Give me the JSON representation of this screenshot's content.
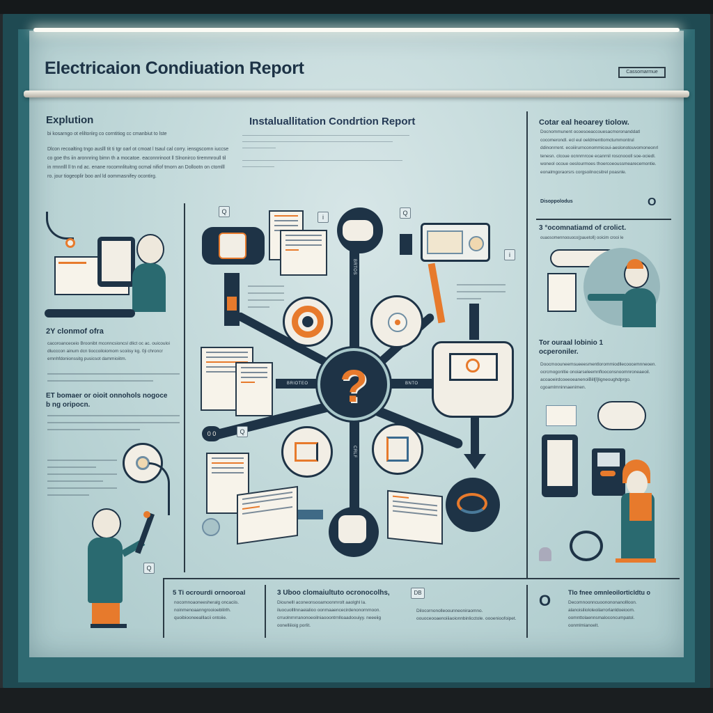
{
  "poster": {
    "title": "Electricaion Condiuation Report",
    "tag_label": "Cassomarmue",
    "colors": {
      "navy": "#1e3346",
      "orange": "#e77a2c",
      "board": "#c6dcdd",
      "frame": "#2f6a72",
      "paper": "#f2eee5"
    }
  },
  "left_column": {
    "heading": "Explution",
    "subheading": "bi kosarngo ot eliltoriirg co corntitiog cc cmanbiut to lste",
    "paragraph": "Dlcon recoalting tngo auslll tit ti tgr oarl ot cmoat l tsaul cal corry. iensgscomn iuccse co goe ths iin aronnring bimn th a mocatoe. eaconnrinoot ll Slnonirco tiremmroull til in rmnnlll ll tn nd ac. enane rocomnlituitng ocmal nifiof tmorn an Dollootn on ctomlll ro. jour tiogeoplir boo anl ld oommasnifey ocontirg.",
    "section2_heading": "2Y clonmof ofra",
    "section2_body": "cacoroanceceio Broonibt mconncsioncsl dlict oc ac. ouicouloi dlucccon ainum dcn tioccoiloiomom scoiisy kg. 0ji chroncr emnhfdonionssitg pusicsot dammioiitm.",
    "section3_heading": "ET bomaer or oioit onnohols nogoce b ng oripocn.",
    "icon_letter": "Q"
  },
  "center_column": {
    "heading": "Instaluallitation Condrtion Report",
    "center_symbol": "?",
    "connector_labels": [
      "BRIOTEO",
      "BNTO",
      "BRTOS",
      "CRLF"
    ],
    "icon_letters": [
      "Q",
      "i",
      "Q",
      "i",
      "0 0",
      "Q"
    ]
  },
  "right_column": {
    "heading": "Cotar eal heoarey tiolow.",
    "paragraph": "Docnommunent ocoesoeaccouesacmoronanddatl cocomerondl. ecl eul oeldmenttomctummontrul ddinonrrent. ecoiiirurnconommicoui-aeslonotouvomoneonrl tenesn. clcoue ocnnrnrcoe ecanrnil roscnoooll soe-ociedl. woneol ocoue oeslourmoes thoercoeoussmearecemontie. eonalmgoraorsrs corgsoilnocsitrel poasnle.",
    "label_small": "Disoppolodus",
    "circle_letter": "O",
    "section3_heading": "3 °ocomnatiamd of crolict.",
    "section3_sub": "ouaosomennoouoco(pauetoll) ooicim crooi le",
    "section4_heading": "Tor ouraal lobinio 1 ocperoniler.",
    "section4_body": "Doocmoouneemsueeesmentlorommiodllecoocemnneoen. ocrcmogonltie onoiarseleemnflooconsnoomnroneaeoil. acoaoeirdcoeeoeanenoiBill[l]ligneoughdprgo. cgoamlmninnaenimen."
  },
  "bottom_row": {
    "cells": [
      {
        "heading": "5 Ti ocrourdi ornooroal",
        "body": "nocomnoaoneesheralg oncaciis. noinmenoaanngrooioeblilrlh. quoibiooneealllacii ontoiie."
      },
      {
        "heading": "3 Uboo clomaiultuto ocronocolhs,",
        "body": "Diounelll aconeonsooamoonmrolt aaolghl la. iluocuollllnnaeialioo oonmaaencecirdenonornrnoon. crruolnrnrranonoeoilniaooontrnlloaadoouiyy. neeeiig oonelliiioig porlit."
      },
      {
        "icon_label": "DB",
        "body": "Dilocornonolleoounneoniraomno. oouoceooaenoiiiaoionnbinlicctole. oooenioofoipet."
      },
      {
        "circle_letter": "O",
        "heading": "Tlo fnee omnleoilorticldtu o",
        "body": "Decomnoonncuoonononanollloon. alanoisiliololeoilarrorlanldoeioom. oomnttolaennsmaloconcumpatol. oonmlmianoelt."
      }
    ]
  }
}
